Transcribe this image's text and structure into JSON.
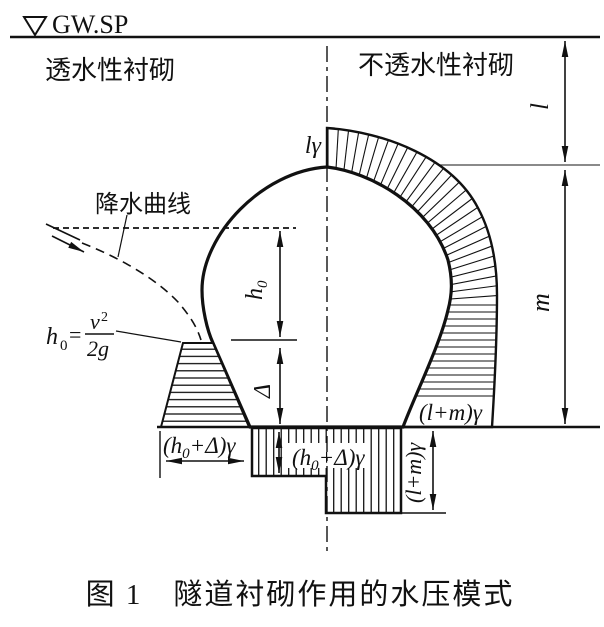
{
  "figure": {
    "gw_label": "GW.SP",
    "left_region_label": "透水性衬砌",
    "right_region_label": "不透水性衬砌",
    "drawdown_label": "降水曲线",
    "formula": {
      "h": "h",
      "h_sub": "0",
      "eq": "=",
      "num": "v",
      "num_sup": "2",
      "den": "2g"
    },
    "crown_pressure": "lγ",
    "dims": {
      "l": "l",
      "m": "m",
      "h0_base": "h",
      "h0_sub": "0",
      "delta": "Δ"
    },
    "pressure_left": {
      "pre": "(h",
      "sub": "0",
      "suf": "+Δ)γ"
    },
    "pressure_invert": {
      "pre": "(h",
      "sub": "0",
      "suf": "+Δ)γ"
    },
    "pressure_right_side": "(l+m)γ",
    "pressure_right_bottom": "(l+m)γ"
  },
  "caption": "图 1　隧道衬砌作用的水压模式",
  "colors": {
    "ink": "#111111",
    "thin_line": "#444444"
  }
}
